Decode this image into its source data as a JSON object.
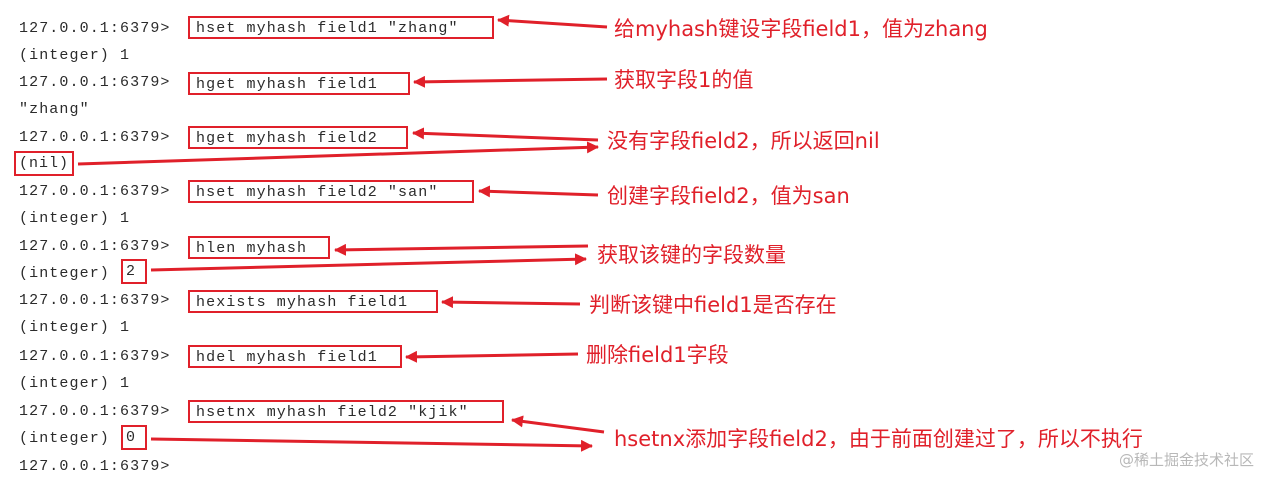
{
  "prompt": "127.0.0.1:6379>",
  "lines": [
    {
      "type": "cmd",
      "text": "hset myhash field1 \"zhang\""
    },
    {
      "type": "out",
      "text": "(integer) 1"
    },
    {
      "type": "cmd",
      "text": "hget myhash field1"
    },
    {
      "type": "out",
      "text": "\"zhang\""
    },
    {
      "type": "cmd",
      "text": "hget myhash field2"
    },
    {
      "type": "out",
      "text": "(nil)"
    },
    {
      "type": "cmd",
      "text": "hset myhash field2 \"san\""
    },
    {
      "type": "out",
      "text": "(integer) 1"
    },
    {
      "type": "cmd",
      "text": "hlen myhash"
    },
    {
      "type": "out",
      "text": "(integer) 2"
    },
    {
      "type": "cmd",
      "text": "hexists myhash field1"
    },
    {
      "type": "out",
      "text": "(integer) 1"
    },
    {
      "type": "cmd",
      "text": "hdel myhash field1"
    },
    {
      "type": "out",
      "text": "(integer) 1"
    },
    {
      "type": "cmd",
      "text": "hsetnx myhash field2 \"kjik\""
    },
    {
      "type": "out",
      "text": "(integer) 0"
    },
    {
      "type": "prompt",
      "text": ""
    }
  ],
  "values": {
    "int_prefix": "(integer) ",
    "hlen_result": "2",
    "hsetnx_result": "0"
  },
  "annotations": [
    "给myhash键设字段field1，值为zhang",
    "获取字段1的值",
    "没有字段field2，所以返回nil",
    "创建字段field2，值为san",
    "获取该键的字段数量",
    "判断该键中field1是否存在",
    "删除field1字段",
    "hsetnx添加字段field2，由于前面创建过了，所以不执行"
  ],
  "watermark": "@稀土掘金技术社区",
  "colors": {
    "annotation": "#e0202a",
    "text": "#2b2b2b",
    "background": "#ffffff"
  }
}
